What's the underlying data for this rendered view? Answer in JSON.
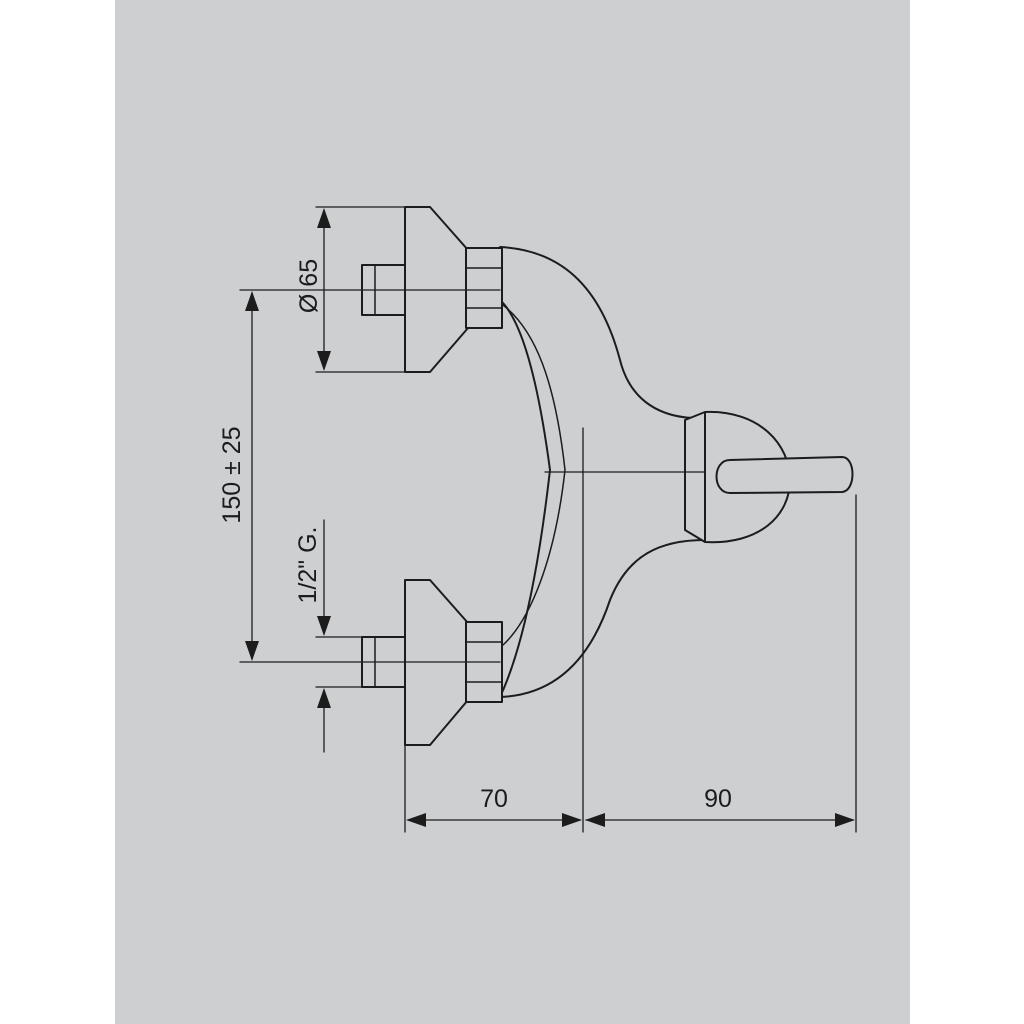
{
  "panel": {
    "background_color": "#cdcfd1",
    "line_color": "#1c1c1c",
    "body_fill": "#cdcfd1"
  },
  "dimensions": {
    "flange_diameter": "Ø 65",
    "inlet_spacing": "150 ± 25",
    "thread_size": "1/2\" G.",
    "depth_to_axis": "70",
    "lever_reach": "90"
  }
}
